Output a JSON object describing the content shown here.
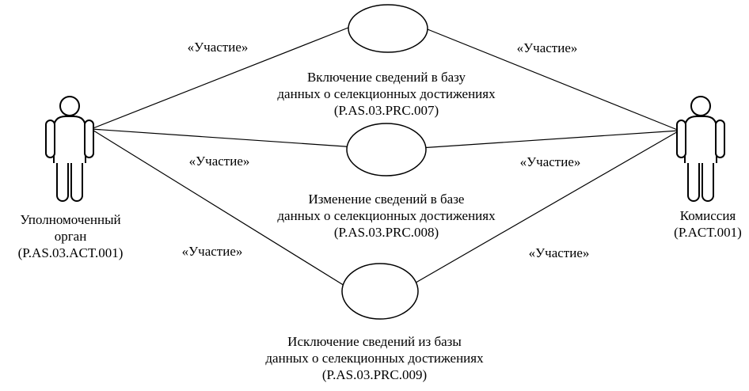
{
  "diagram": {
    "colors": {
      "background": "#ffffff",
      "stroke": "#000000"
    },
    "actors": {
      "left": {
        "icon": "person-outline-icon",
        "name_lines": [
          "Уполномоченный",
          "орган",
          "(P.AS.03.ACT.001)"
        ]
      },
      "right": {
        "icon": "person-outline-icon",
        "name_lines": [
          "Комиссия",
          "(P.ACT.001)"
        ]
      }
    },
    "use_cases": [
      {
        "label_lines": [
          "Включение сведений в базу",
          "данных о селекционных достижениях",
          "(P.AS.03.PRC.007)"
        ]
      },
      {
        "label_lines": [
          "Изменение сведений в базе",
          "данных о селекционных достижениях",
          "(P.AS.03.PRC.008)"
        ]
      },
      {
        "label_lines": [
          "Исключение сведений из базы",
          "данных о селекционных достижениях",
          "(P.AS.03.PRC.009)"
        ]
      }
    ],
    "associations": [
      {
        "label": "«Участие»"
      },
      {
        "label": "«Участие»"
      },
      {
        "label": "«Участие»"
      },
      {
        "label": "«Участие»"
      },
      {
        "label": "«Участие»"
      },
      {
        "label": "«Участие»"
      }
    ]
  }
}
